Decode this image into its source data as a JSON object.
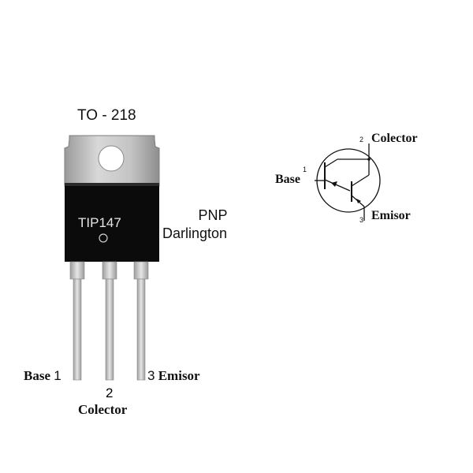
{
  "package": {
    "name": "TO - 218",
    "part_number": "TIP147",
    "type_line1": "PNP",
    "type_line2": "Darlington"
  },
  "pins": {
    "base": {
      "label": "Base",
      "number": "1"
    },
    "collector": {
      "label": "Colector",
      "number": "2"
    },
    "emitter": {
      "label": "Emisor",
      "number": "3"
    }
  },
  "symbol": {
    "base_label": "Base",
    "base_num": "1",
    "collector_label": "Colector",
    "collector_num": "2",
    "emitter_label": "Emisor",
    "emitter_num": "3"
  },
  "colors": {
    "body": "#0b0b0b",
    "tab": "#c9c9c9",
    "leads": "#bdbdbd"
  }
}
